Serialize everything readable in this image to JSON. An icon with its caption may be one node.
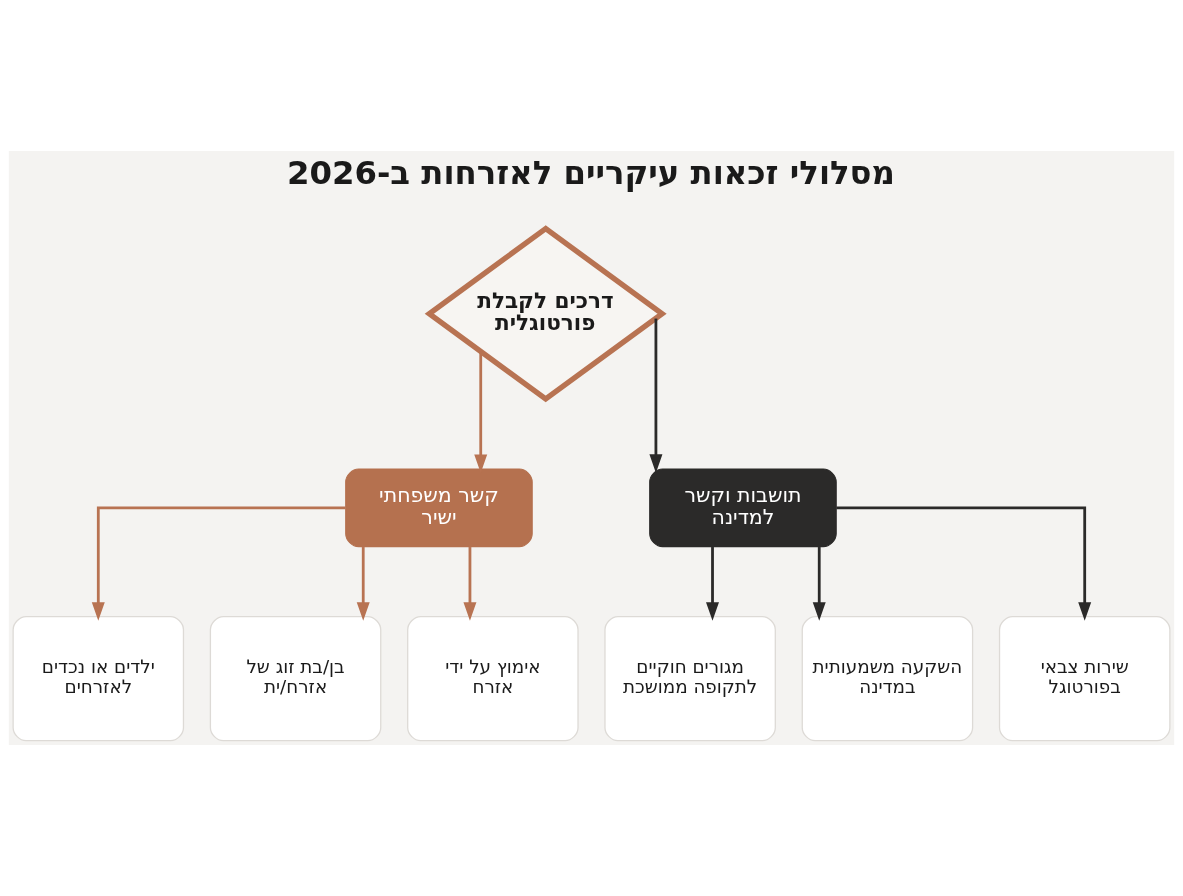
{
  "diagram": {
    "title": "מסלולי זכאות עיקריים לאזרחות ב-2026",
    "nodes": [
      {
        "text": [
          "דרכים לקבלת פורטוגלית"
        ]
      },
      {
        "text": [
          "תושבות וקשר למדינה"
        ]
      },
      {
        "text": [
          "קשר משפחתי ישיר"
        ]
      },
      {
        "text": [
          "שירות צבאי בפורטוגל"
        ]
      },
      {
        "text": [
          "השקעה משמעותית במדינה"
        ]
      },
      {
        "text": [
          "מגורים חוקיים לתקופה ממושכת"
        ]
      },
      {
        "text": [
          "אימוץ על ידי אזרח"
        ]
      },
      {
        "text": [
          "בן/בת זוג של אזרח/ית"
        ]
      },
      {
        "text": [
          "ילדים או נכדים לאזרחים"
        ]
      }
    ],
    "edges": [
      {
        "from": 0,
        "to": 1,
        "arrow": "to",
        "color": "#2b2a29"
      },
      {
        "from": 0,
        "to": 2,
        "arrow": "to",
        "color": "#b87352"
      },
      {
        "from": 1,
        "to": 3,
        "arrow": "to",
        "color": "#2b2a29"
      },
      {
        "from": 1,
        "to": 4,
        "arrow": "to",
        "color": "#2b2a29"
      },
      {
        "from": 1,
        "to": 5,
        "arrow": "to",
        "color": "#2b2a29"
      },
      {
        "from": 2,
        "to": 6,
        "arrow": "to",
        "color": "#b87352"
      },
      {
        "from": 2,
        "to": 7,
        "arrow": "to",
        "color": "#b87352"
      },
      {
        "from": 2,
        "to": 8,
        "arrow": "to",
        "color": "#b87352"
      }
    ]
  }
}
